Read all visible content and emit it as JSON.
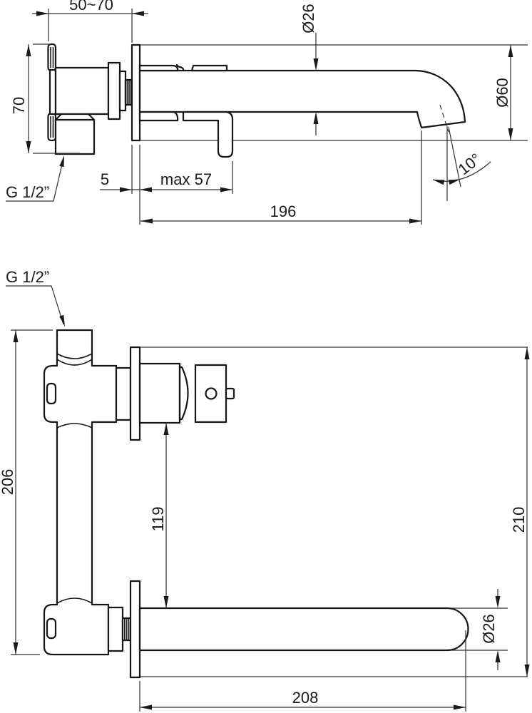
{
  "ink": "#1a1a1a",
  "side_view": {
    "labels": {
      "wall_range": "50~70",
      "body_height": "70",
      "spout_diameter": "Ø26",
      "rosette_diameter": "Ø60",
      "inlet_thread": "G 1/2”",
      "rosette_offset": "5",
      "handle_depth": "max 57",
      "spout_reach": "196",
      "outlet_angle": "10°"
    }
  },
  "plan_view": {
    "labels": {
      "inlet_thread": "G 1/2”",
      "body_extent": "206",
      "valve_to_spout": "119",
      "overall_extent": "210",
      "spout_reach": "208",
      "spout_diameter": "Ø26"
    }
  }
}
